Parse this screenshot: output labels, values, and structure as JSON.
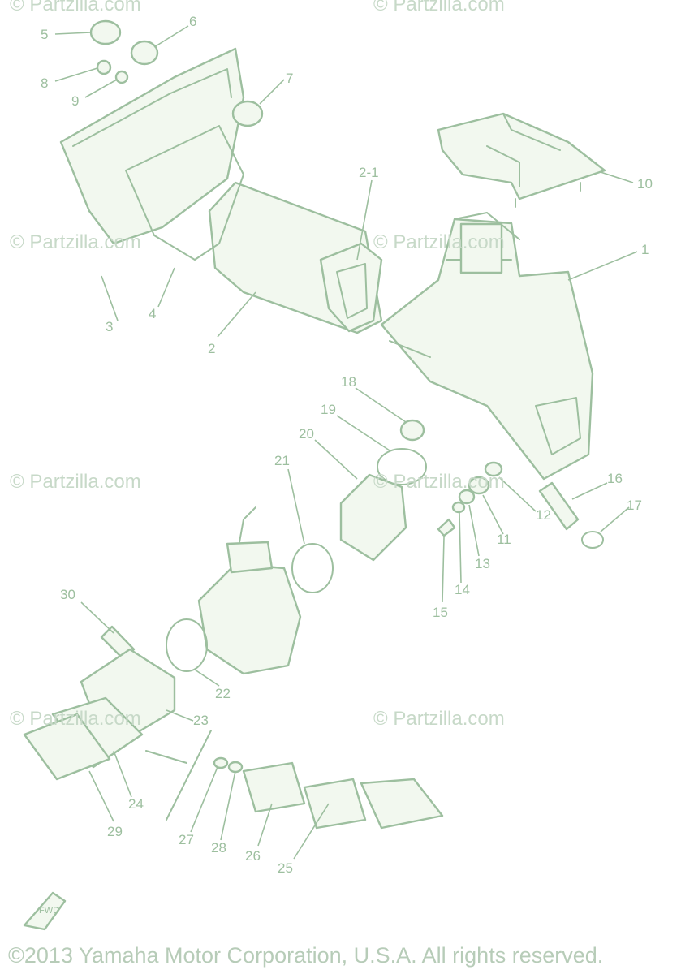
{
  "watermark": "© Partzilla.com",
  "copyright": "©2013 Yamaha Motor Corporation, U.S.A. All rights reserved.",
  "fwd_label": "FWD",
  "colors": {
    "line": "#9dbf9f",
    "fill": "#f2f8ef",
    "watermark": "#c7d9c8"
  },
  "callouts": {
    "c1": "1",
    "c2": "2",
    "c2_1": "2-1",
    "c3": "3",
    "c4": "4",
    "c5": "5",
    "c6": "6",
    "c7": "7",
    "c8": "8",
    "c9": "9",
    "c10": "10",
    "c11": "11",
    "c12": "12",
    "c13": "13",
    "c14": "14",
    "c15": "15",
    "c16": "16",
    "c17": "17",
    "c18": "18",
    "c19": "19",
    "c20": "20",
    "c21": "21",
    "c22": "22",
    "c23": "23",
    "c24": "24",
    "c25": "25",
    "c26": "26",
    "c27": "27",
    "c28": "28",
    "c29": "29",
    "c30": "30"
  }
}
